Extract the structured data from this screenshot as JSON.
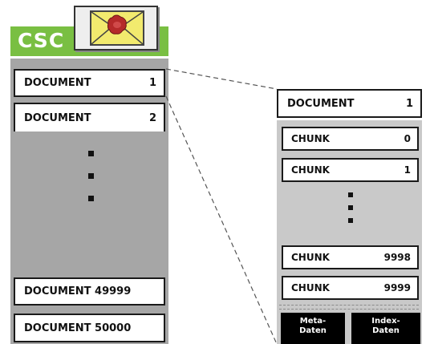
{
  "header": {
    "label": "CSC"
  },
  "left_documents": {
    "first": {
      "label": "DOCUMENT",
      "number": "1"
    },
    "second": {
      "label": "DOCUMENT",
      "number": "2"
    },
    "second_last": {
      "label": "DOCUMENT 49999"
    },
    "last": {
      "label": "DOCUMENT 50000"
    }
  },
  "document_detail": {
    "header": {
      "label": "DOCUMENT",
      "number": "1"
    },
    "chunks": [
      {
        "label": "CHUNK",
        "number": "0"
      },
      {
        "label": "CHUNK",
        "number": "1"
      },
      {
        "label": "CHUNK",
        "number": "9998"
      },
      {
        "label": "CHUNK",
        "number": "9999"
      }
    ],
    "footer": {
      "meta_line1": "Meta-",
      "meta_line2": "Daten",
      "index_line1": "Index-",
      "index_line2": "Daten"
    }
  },
  "colors": {
    "green_bar": "#79bf42",
    "left_column": "#a6a6a6",
    "right_column": "#c9c9c9",
    "envelope": "#f2ea6e",
    "footer": "#000000"
  },
  "icons": {
    "envelope": "envelope-icon",
    "seal": "wax-seal-icon"
  }
}
